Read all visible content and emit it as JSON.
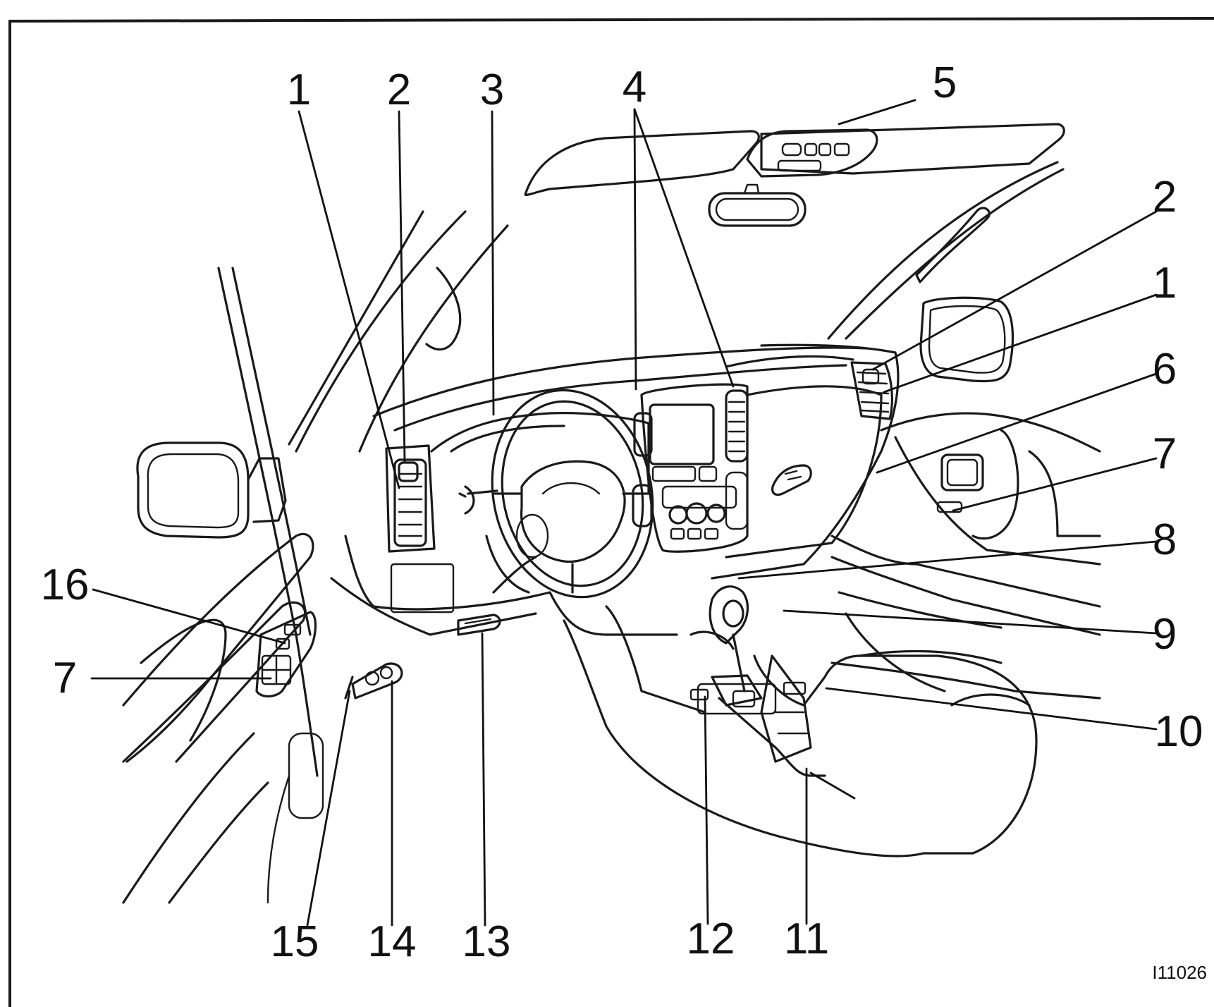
{
  "diagram": {
    "figure_id": "I11026",
    "callouts": [
      {
        "id": "c1-left",
        "text": "1"
      },
      {
        "id": "c2-left",
        "text": "2"
      },
      {
        "id": "c3",
        "text": "3"
      },
      {
        "id": "c4",
        "text": "4"
      },
      {
        "id": "c5",
        "text": "5"
      },
      {
        "id": "c2-right",
        "text": "2"
      },
      {
        "id": "c1-right",
        "text": "1"
      },
      {
        "id": "c6",
        "text": "6"
      },
      {
        "id": "c7-right",
        "text": "7"
      },
      {
        "id": "c8",
        "text": "8"
      },
      {
        "id": "c9",
        "text": "9"
      },
      {
        "id": "c10",
        "text": "10"
      },
      {
        "id": "c11",
        "text": "11"
      },
      {
        "id": "c12",
        "text": "12"
      },
      {
        "id": "c13",
        "text": "13"
      },
      {
        "id": "c14",
        "text": "14"
      },
      {
        "id": "c15",
        "text": "15"
      },
      {
        "id": "c16",
        "text": "16"
      },
      {
        "id": "c7-left",
        "text": "7"
      }
    ]
  }
}
